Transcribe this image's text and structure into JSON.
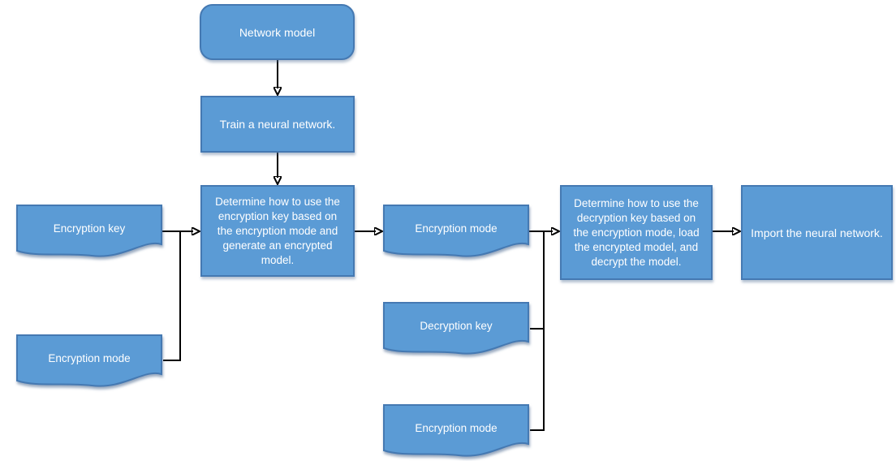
{
  "colors": {
    "shape_fill": "#5b9bd5",
    "shape_border": "#4579b2",
    "shape_text": "#ffffff",
    "connector": "#000000",
    "background": "#ffffff"
  },
  "nodes": {
    "network_model": {
      "label": "Network model",
      "shape": "rounded-rectangle"
    },
    "train": {
      "label": "Train a neural network.",
      "shape": "rectangle"
    },
    "determine_encrypt": {
      "label": "Determine how to use the encryption key based on the encryption mode and generate an encrypted model.",
      "shape": "rectangle"
    },
    "encryption_key": {
      "label": "Encryption key",
      "shape": "document"
    },
    "encryption_mode_left": {
      "label": "Encryption mode",
      "shape": "document"
    },
    "encryption_mode_mid": {
      "label": "Encryption mode",
      "shape": "document"
    },
    "decryption_key": {
      "label": "Decryption key",
      "shape": "document"
    },
    "encryption_mode_bottom": {
      "label": "Encryption mode",
      "shape": "document"
    },
    "determine_decrypt": {
      "label": "Determine how to use the decryption key based on the encryption mode, load the encrypted model, and decrypt the model.",
      "shape": "rectangle"
    },
    "import_network": {
      "label": "Import the neural network.",
      "shape": "rectangle"
    }
  },
  "edges": [
    {
      "from": "network_model",
      "to": "train"
    },
    {
      "from": "train",
      "to": "determine_encrypt"
    },
    {
      "from": "encryption_key",
      "to": "determine_encrypt"
    },
    {
      "from": "encryption_mode_left",
      "to": "determine_encrypt"
    },
    {
      "from": "determine_encrypt",
      "to": "encryption_mode_mid"
    },
    {
      "from": "encryption_mode_mid",
      "to": "determine_decrypt"
    },
    {
      "from": "decryption_key",
      "to": "determine_decrypt"
    },
    {
      "from": "encryption_mode_bottom",
      "to": "determine_decrypt"
    },
    {
      "from": "determine_decrypt",
      "to": "import_network"
    }
  ]
}
